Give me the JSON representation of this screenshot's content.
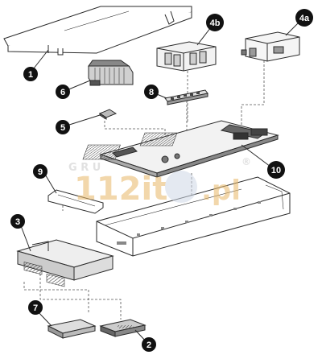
{
  "callouts": [
    {
      "id": "1",
      "label": "1"
    },
    {
      "id": "2",
      "label": "2"
    },
    {
      "id": "3",
      "label": "3"
    },
    {
      "id": "4a",
      "label": "4a"
    },
    {
      "id": "4b",
      "label": "4b"
    },
    {
      "id": "5",
      "label": "5"
    },
    {
      "id": "6",
      "label": "6"
    },
    {
      "id": "7",
      "label": "7"
    },
    {
      "id": "8",
      "label": "8"
    },
    {
      "id": "9",
      "label": "9"
    },
    {
      "id": "10",
      "label": "10"
    }
  ],
  "watermark": {
    "group_text": "G R U",
    "logo_text": "112it",
    "logo_suffix": ".pl",
    "registered": "®"
  },
  "colors": {
    "line": "#2a2a2a",
    "badge": "#111111",
    "watermark": "#e8b868"
  }
}
